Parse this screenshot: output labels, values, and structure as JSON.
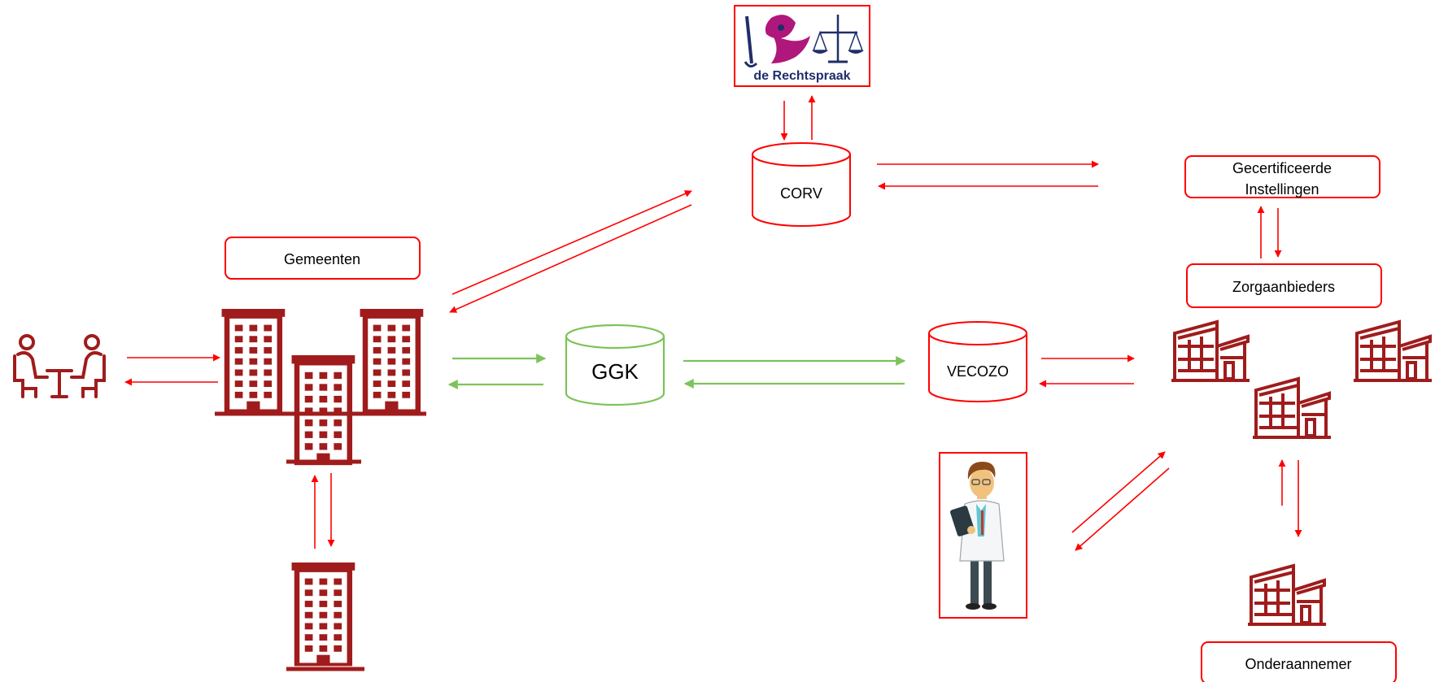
{
  "colors": {
    "red": "#ff0000",
    "dark_red": "#a01c1c",
    "green": "#7cc35a",
    "navy": "#1f2e6b",
    "magenta": "#b0177a"
  },
  "nodes": {
    "rechtspraak_logo_text": "de Rechtspraak",
    "corv": "CORV",
    "gemeenten": "Gemeenten",
    "ggk": "GGK",
    "vecozo": "VECOZO",
    "gecertificeerde_line1": "Gecertificeerde",
    "gecertificeerde_line2": "Instellingen",
    "zorgaanbieders": "Zorgaanbieders",
    "onderaannemer": "Onderaannemer"
  },
  "icons": {
    "meeting": "meeting-table-icon",
    "buildings": "office-buildings-icon",
    "single_building": "office-building-icon",
    "factories": "factory-icon",
    "doctor": "doctor-icon",
    "logo": "rechtspraak-logo"
  }
}
